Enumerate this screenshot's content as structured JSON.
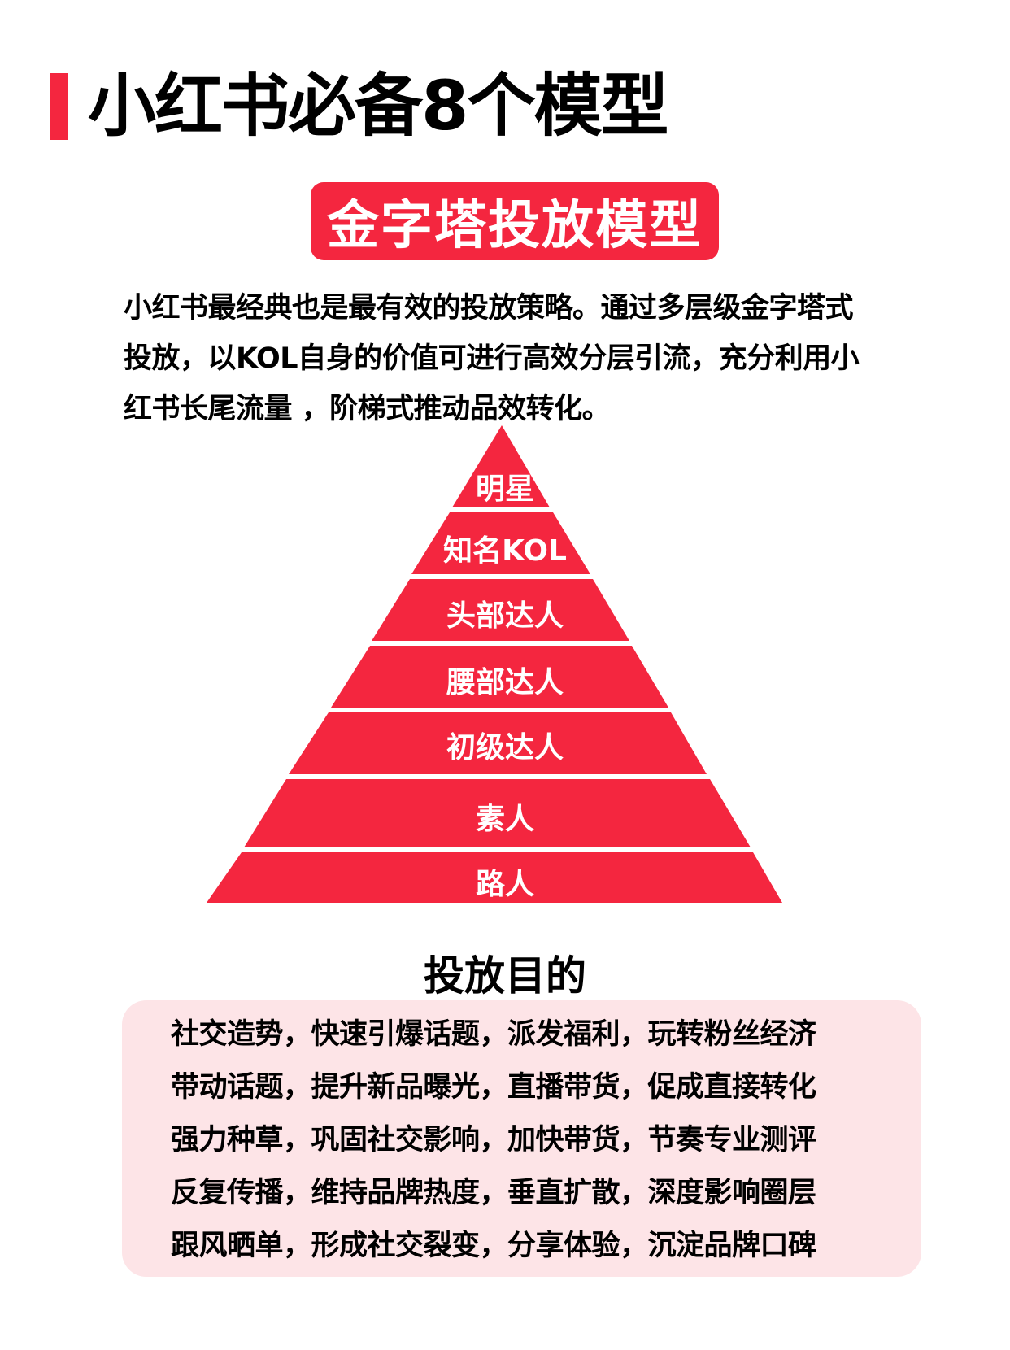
{
  "header": {
    "title": "小红书必备8个模型",
    "accent_color": "#f4263f"
  },
  "model": {
    "name": "金字塔投放模型",
    "badge_color": "#f4263f"
  },
  "intro": {
    "lines": [
      "小红书最经典也是最有效的投放策略。通过多层级金字塔式",
      "投放，以KOL自身的价值可进行高效分层引流，充分利用小",
      "红书长尾流量 ，阶梯式推动品效转化。"
    ]
  },
  "pyramid": {
    "fill_color": "#f4263f",
    "layers": [
      {
        "label": "明星"
      },
      {
        "label": "知名KOL"
      },
      {
        "label": "头部达人"
      },
      {
        "label": "腰部达人"
      },
      {
        "label": "初级达人"
      },
      {
        "label": "素人"
      },
      {
        "label": "路人"
      }
    ]
  },
  "purpose": {
    "title": "投放目的",
    "box_color": "#fde4e7",
    "lines": [
      "社交造势，快速引爆话题，派发福利，玩转粉丝经济",
      "带动话题，提升新品曝光，直播带货，促成直接转化",
      "强力种草，巩固社交影响，加快带货，节奏专业测评",
      "反复传播，维持品牌热度，垂直扩散，深度影响圈层",
      "跟风晒单，形成社交裂变，分享体验，沉淀品牌口碑"
    ]
  }
}
